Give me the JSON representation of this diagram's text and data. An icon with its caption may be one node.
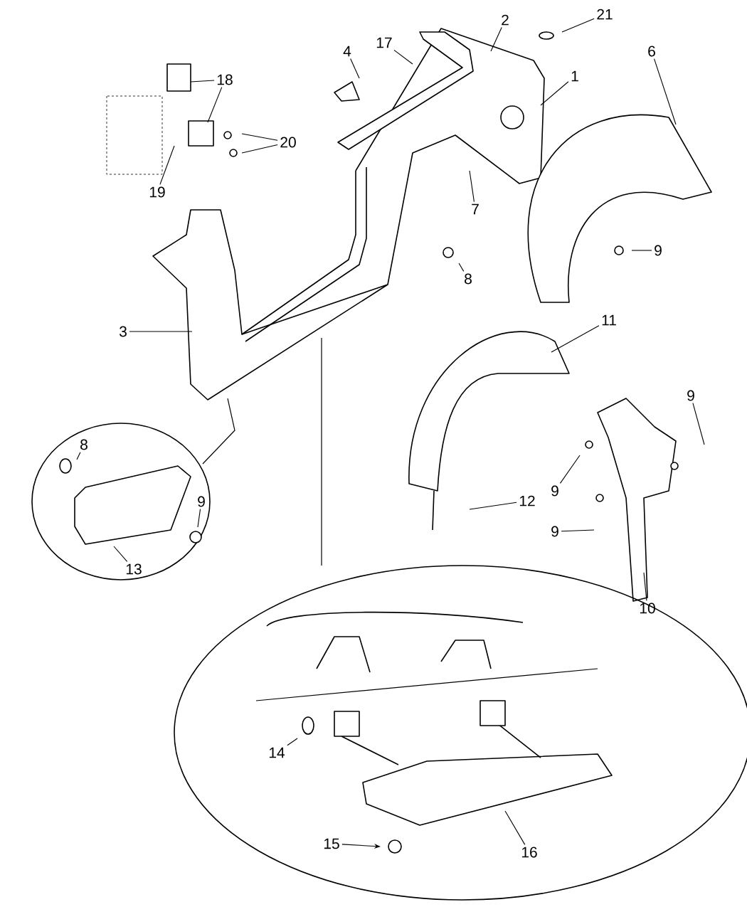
{
  "diagram": {
    "nodes": [
      {
        "text": [
          "1"
        ]
      },
      {
        "text": [
          "2"
        ]
      },
      {
        "text": [
          "3"
        ]
      },
      {
        "text": [
          "4"
        ]
      },
      {
        "text": [
          "6"
        ]
      },
      {
        "text": [
          "7"
        ]
      },
      {
        "text": [
          "8"
        ]
      },
      {
        "text": [
          "9"
        ]
      },
      {
        "text": [
          "11"
        ]
      },
      {
        "text": [
          "9"
        ]
      },
      {
        "text": [
          "9"
        ]
      },
      {
        "text": [
          "9"
        ]
      },
      {
        "text": [
          "12"
        ]
      },
      {
        "text": [
          "10"
        ]
      },
      {
        "text": [
          "8"
        ]
      },
      {
        "text": [
          "9"
        ]
      },
      {
        "text": [
          "13"
        ]
      },
      {
        "text": [
          "18"
        ]
      },
      {
        "text": [
          "20"
        ]
      },
      {
        "text": [
          "19"
        ]
      },
      {
        "text": [
          "21"
        ]
      },
      {
        "text": [
          "17"
        ]
      },
      {
        "text": [
          "14"
        ]
      },
      {
        "text": [
          "15"
        ]
      },
      {
        "text": [
          "16"
        ]
      }
    ],
    "edges": [
      {
        "from": 0,
        "to": null,
        "arrow": "none"
      },
      {
        "from": 1,
        "to": null,
        "arrow": "none"
      },
      {
        "from": 2,
        "to": null,
        "arrow": "none"
      },
      {
        "from": 3,
        "to": null,
        "arrow": "none"
      },
      {
        "from": 4,
        "to": null,
        "arrow": "none"
      },
      {
        "from": 5,
        "to": null,
        "arrow": "none"
      },
      {
        "from": 6,
        "to": null,
        "arrow": "none"
      },
      {
        "from": 7,
        "to": null,
        "arrow": "none"
      },
      {
        "from": 8,
        "to": null,
        "arrow": "none"
      },
      {
        "from": 9,
        "to": null,
        "arrow": "none"
      },
      {
        "from": 10,
        "to": null,
        "arrow": "none"
      },
      {
        "from": 11,
        "to": null,
        "arrow": "none"
      },
      {
        "from": 12,
        "to": null,
        "arrow": "none"
      },
      {
        "from": 13,
        "to": null,
        "arrow": "none"
      },
      {
        "from": 14,
        "to": null,
        "arrow": "none"
      },
      {
        "from": 15,
        "to": null,
        "arrow": "none"
      },
      {
        "from": 16,
        "to": null,
        "arrow": "none"
      },
      {
        "from": 17,
        "to": null,
        "arrow": "none"
      },
      {
        "from": 17,
        "to": null,
        "arrow": "none"
      },
      {
        "from": 18,
        "to": null,
        "arrow": "none"
      },
      {
        "from": 18,
        "to": null,
        "arrow": "none"
      },
      {
        "from": 19,
        "to": null,
        "arrow": "none"
      },
      {
        "from": 20,
        "to": null,
        "arrow": "none"
      },
      {
        "from": 21,
        "to": null,
        "arrow": "none"
      },
      {
        "from": 22,
        "to": null,
        "arrow": "none"
      },
      {
        "from": 23,
        "to": null,
        "arrow": "to"
      },
      {
        "from": 24,
        "to": null,
        "arrow": "none"
      }
    ]
  }
}
